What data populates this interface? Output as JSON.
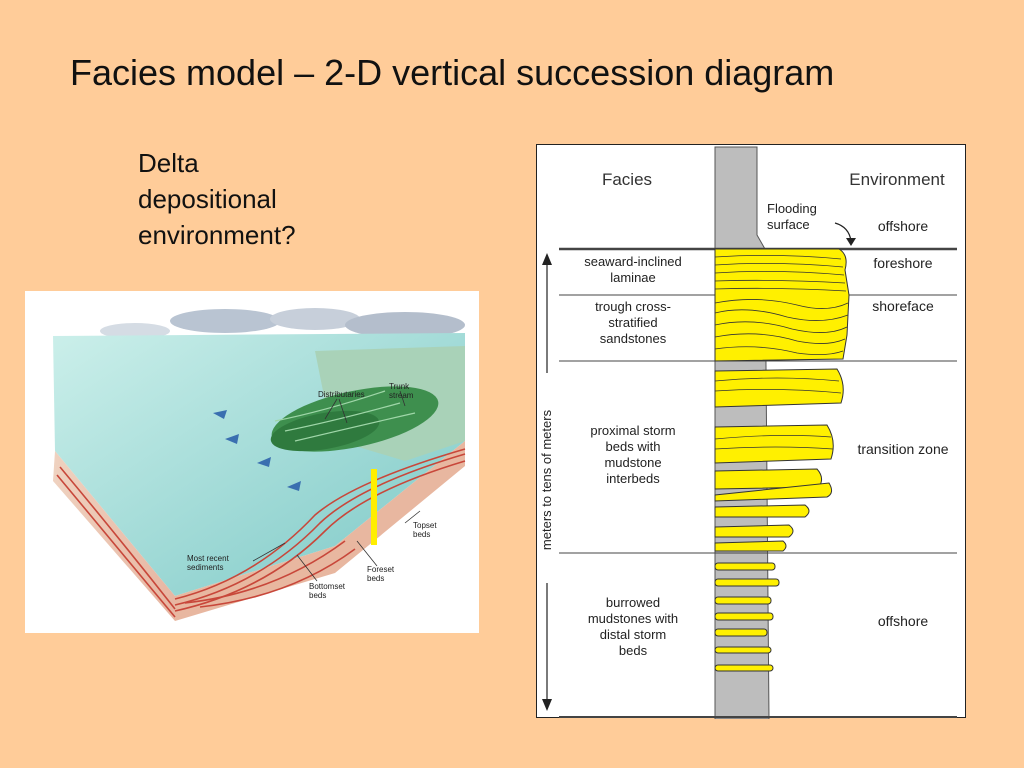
{
  "slide": {
    "title": "Facies model – 2-D vertical succession diagram",
    "question_lines": [
      "Delta",
      "depositional",
      "environment?"
    ]
  },
  "delta_illustration": {
    "labels": {
      "distributaries": "Distributaries",
      "trunk_stream_1": "Trunk",
      "trunk_stream_2": "stream",
      "topset_1": "Topset",
      "topset_2": "beds",
      "foreset_1": "Foreset",
      "foreset_2": "beds",
      "bottomset_1": "Bottomset",
      "bottomset_2": "beds",
      "recent_1": "Most recent",
      "recent_2": "sediments"
    },
    "colors": {
      "sea": "#8FD3CF",
      "delta_plain": "#3E8F4E",
      "sediment": "#C8473A",
      "marker": "#FFEE00"
    }
  },
  "succession_diagram": {
    "headers": {
      "facies": "Facies",
      "environment": "Environment"
    },
    "flooding_surface": [
      "Flooding",
      "surface"
    ],
    "top_environment": "offshore",
    "axis_label": "meters to tens of meters",
    "units": [
      {
        "facies": [
          "seaward-inclined",
          "laminae"
        ],
        "environment": "foreshore"
      },
      {
        "facies": [
          "trough cross-",
          "stratified",
          "sandstones"
        ],
        "environment": "shoreface"
      },
      {
        "facies": [
          "proximal storm",
          "beds with",
          "mudstone",
          "interbeds"
        ],
        "environment": "transition zone"
      },
      {
        "facies": [
          "burrowed",
          "mudstones with",
          "distal storm",
          "beds"
        ],
        "environment": "offshore"
      }
    ],
    "colors": {
      "mudstone": "#BDBDBD",
      "sandstone": "#FFF000"
    }
  }
}
